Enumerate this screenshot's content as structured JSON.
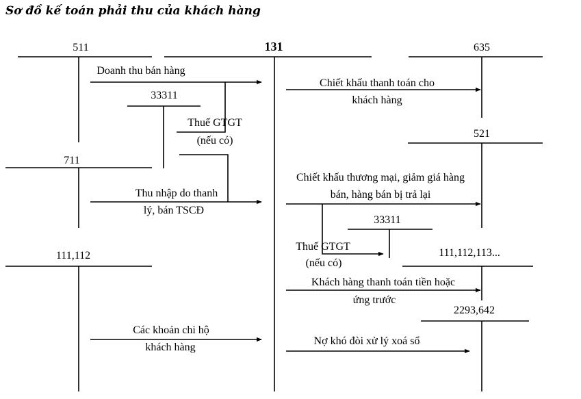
{
  "title": "Sơ đồ kế toán phải thu của khách hàng",
  "accounts": {
    "a511": "511",
    "a131": "131",
    "a635": "635",
    "a33311_left": "33311",
    "a521": "521",
    "a711": "711",
    "a33311_right": "33311",
    "a111_112_113": "111,112,113...",
    "a111_112": "111,112",
    "a2293_642": "2293,642"
  },
  "labels": {
    "doanh_thu": "Doanh thu bán hàng",
    "thue_gtgt_left_1": "Thuế GTGT",
    "thue_gtgt_left_2": "(nếu có)",
    "thu_nhap_1": "Thu nhập do thanh",
    "thu_nhap_2": "lý, bán TSCĐ",
    "chi_ho_1": "Các khoản chi hộ",
    "chi_ho_2": "khách hàng",
    "chiet_khau_tt_1": "Chiết khấu thanh toán cho",
    "chiet_khau_tt_2": "khách hàng",
    "chiet_khau_tm_1": "Chiết khấu thương mại, giảm giá hàng",
    "chiet_khau_tm_2": "bán, hàng bán bị trả lại",
    "thue_gtgt_right_1": "Thuế GTGT",
    "thue_gtgt_right_2": "(nếu có)",
    "kh_thanh_toan_1": "Khách hàng thanh toán tiền hoặc",
    "kh_thanh_toan_2": "ứng trước",
    "no_kho_doi": "Nợ khó đòi xử lý xoá sổ"
  }
}
